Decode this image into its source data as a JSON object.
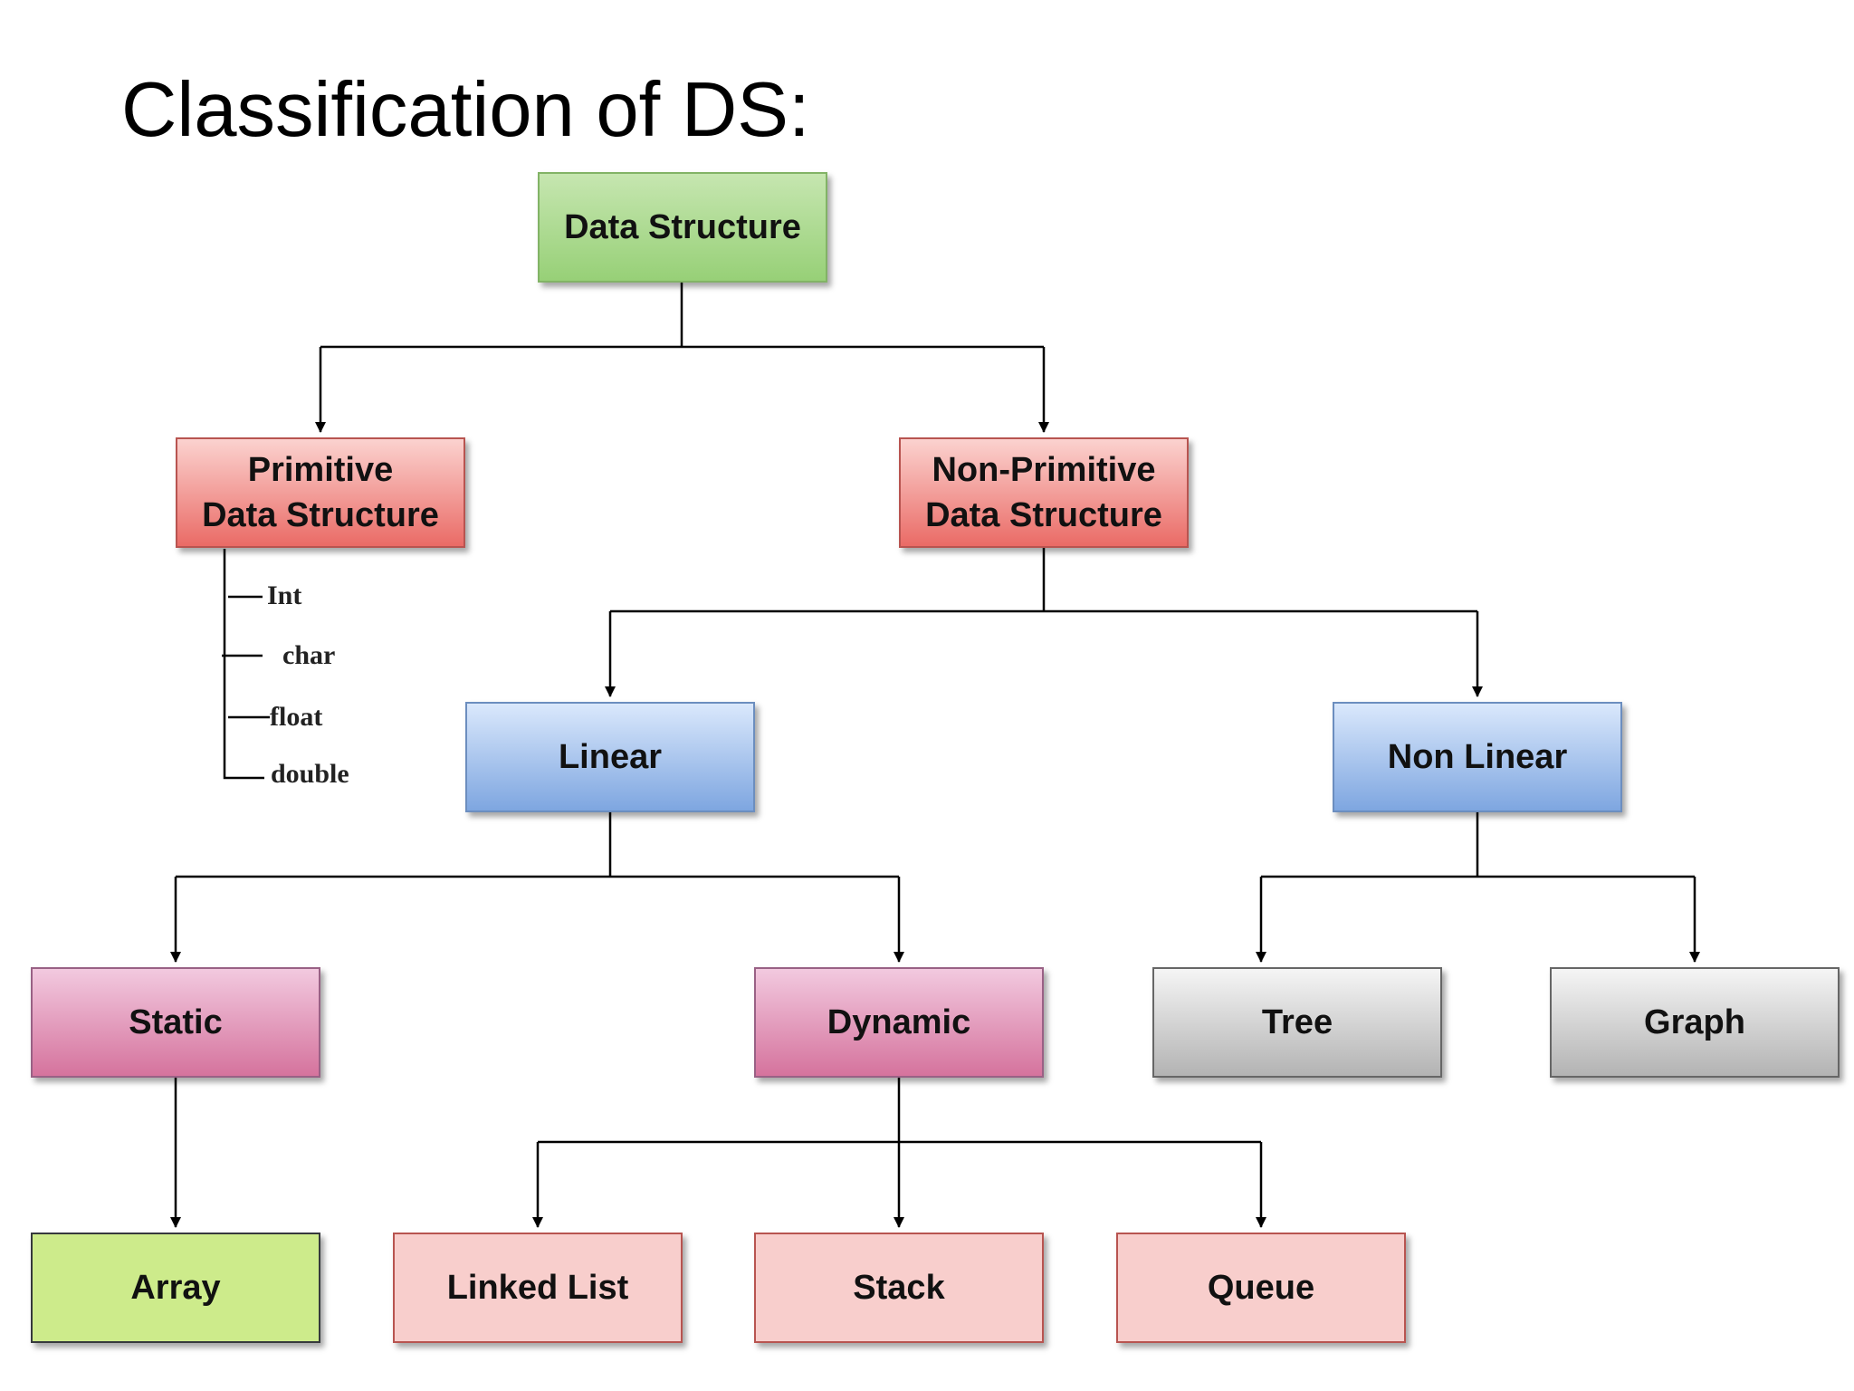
{
  "title": "Classification of DS:",
  "diagram": {
    "root": "Data Structure",
    "primitive": "Primitive\nData Structure",
    "non_primitive": "Non-Primitive\nData Structure",
    "primitive_types": [
      "Int",
      "char",
      "float",
      "double"
    ],
    "linear": "Linear",
    "non_linear": "Non Linear",
    "static": "Static",
    "dynamic": "Dynamic",
    "tree": "Tree",
    "graph": "Graph",
    "array": "Array",
    "linked_list": "Linked List",
    "stack": "Stack",
    "queue": "Queue"
  },
  "colors": {
    "root": "#97d077",
    "category": "#ea6b66",
    "linearity": "#7ea6e0",
    "allocation": "#d5739d",
    "non_linear_types": "#b3b3b3",
    "array": "#cdeb8b",
    "dynamic_types": "#f8cecc",
    "connector": "#000000"
  }
}
